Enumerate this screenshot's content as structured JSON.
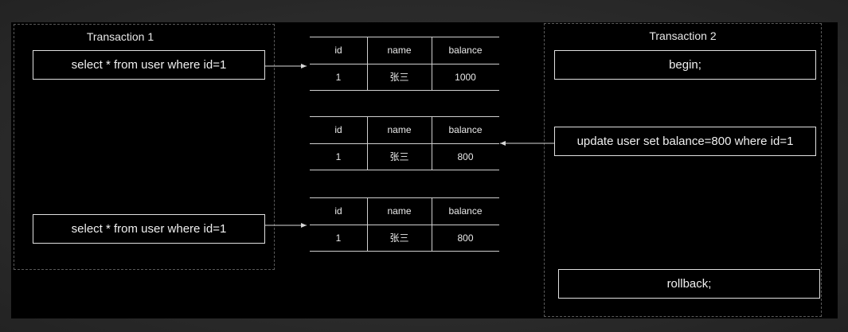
{
  "transaction1": {
    "title": "Transaction  1",
    "query1": "select * from user where id=1",
    "query2": "select * from user where id=1"
  },
  "transaction2": {
    "title": "Transaction  2",
    "begin": "begin;",
    "update": "update user set balance=800 where id=1",
    "rollback": "rollback;"
  },
  "tables": [
    {
      "headers": [
        "id",
        "name",
        "balance"
      ],
      "row": [
        "1",
        "张三",
        "1000"
      ]
    },
    {
      "headers": [
        "id",
        "name",
        "balance"
      ],
      "row": [
        "1",
        "张三",
        "800"
      ]
    },
    {
      "headers": [
        "id",
        "name",
        "balance"
      ],
      "row": [
        "1",
        "张三",
        "800"
      ]
    }
  ],
  "colors": {
    "background": "#000000",
    "line": "#cfcfcf",
    "text": "#eaeaea"
  }
}
